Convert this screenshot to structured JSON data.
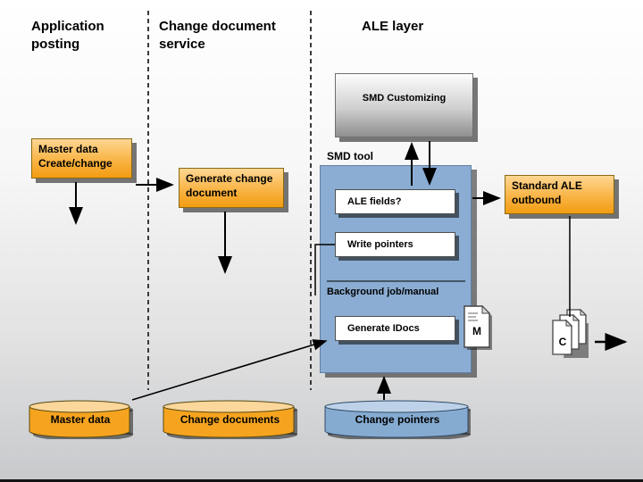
{
  "headers": {
    "application_posting": "Application posting",
    "change_document_service": "Change document service",
    "ale_layer": "ALE layer"
  },
  "boxes": {
    "smd_customizing": "SMD Customizing",
    "master_data_create_change": "Master data Create/change",
    "generate_change_document": "Generate change document",
    "smd_tool": "SMD tool",
    "ale_fields": "ALE fields?",
    "write_pointers": "Write pointers",
    "background_job_manual": "Background job/manual",
    "generate_idocs": "Generate IDocs",
    "standard_ale_outbound": "Standard ALE outbound"
  },
  "databases": {
    "master_data": "Master data",
    "change_documents": "Change documents",
    "change_pointers": "Change pointers"
  },
  "documents": {
    "m_label": "M",
    "c_label": "C"
  },
  "colors": {
    "orange_box_top": "#fed793",
    "orange_box_bottom": "#f29c12",
    "blue_panel": "#8badd3",
    "blue_cylinder": "#85abd1",
    "gray_box_bottom": "#8f8f8f",
    "shadow": "#4d4d4d"
  }
}
